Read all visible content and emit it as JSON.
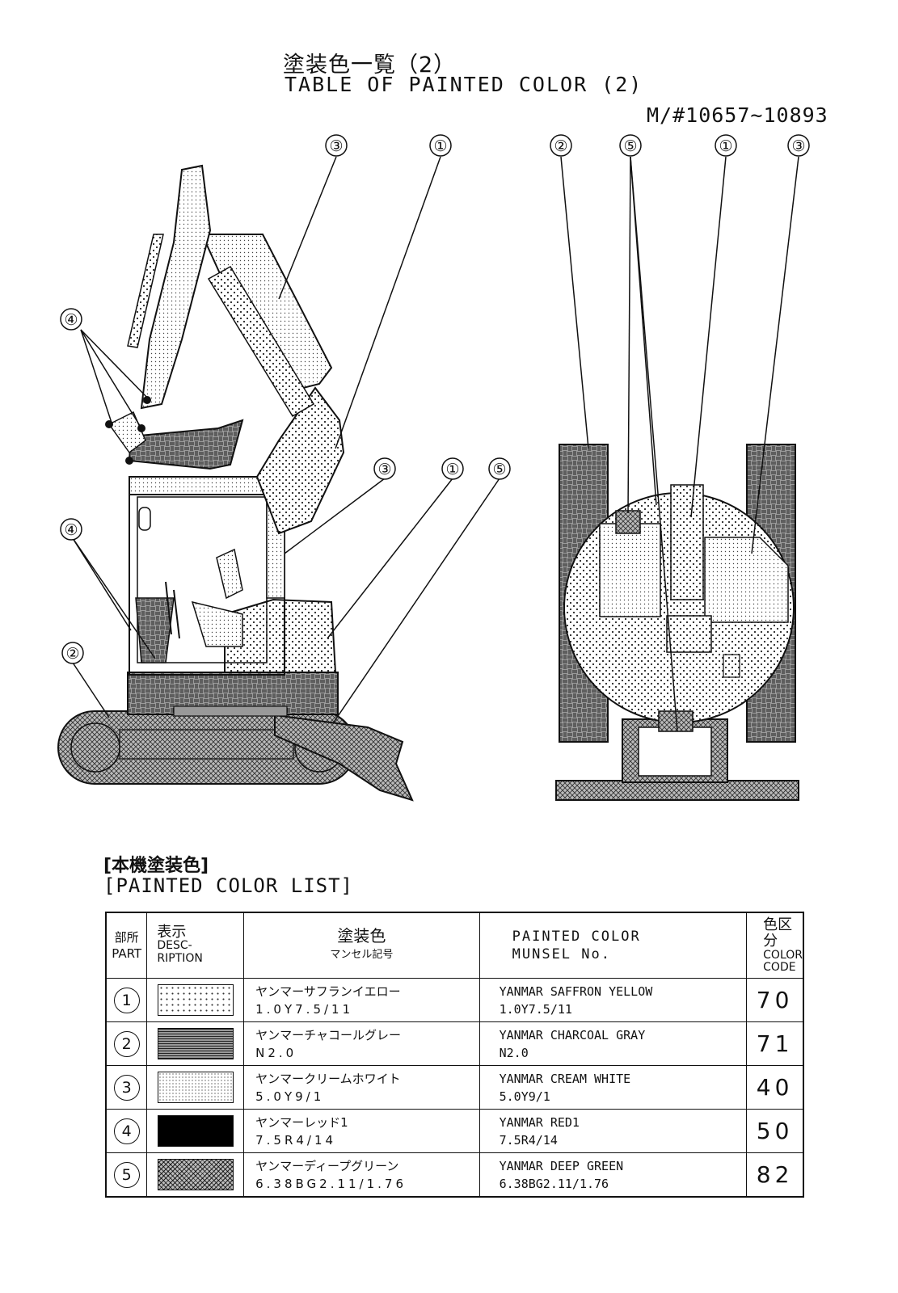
{
  "header": {
    "title_jp": "塗装色一覧（2）",
    "title_en": "TABLE OF PAINTED COLOR (2)",
    "model_range": "M/#10657~10893"
  },
  "drawing": {
    "callouts": [
      "③",
      "①",
      "④",
      "③",
      "①",
      "⑤",
      "④",
      "②",
      "②",
      "⑤",
      "①",
      "③"
    ]
  },
  "color_list": {
    "heading_jp": "[本機塗装色]",
    "heading_en": "[PAINTED COLOR LIST]",
    "columns": {
      "part_jp": "部所",
      "part_en": "PART",
      "desc_jp": "表示",
      "desc_en_1": "DESC-",
      "desc_en_2": "RIPTION",
      "color_jp": "塗装色",
      "color_jp_sub": "マンセル記号",
      "color_en_1": "PAINTED COLOR",
      "color_en_2": "MUNSEL No.",
      "code_jp": "色区分",
      "code_en_1": "COLOR",
      "code_en_2": "CODE"
    },
    "rows": [
      {
        "part": "1",
        "pattern": "dots",
        "name_jp": "ヤンマーサフランイエロー",
        "munsell_jp": "1.0Y7.5/11",
        "name_en": "YANMAR SAFFRON YELLOW",
        "munsell_en": "1.0Y7.5/11",
        "code": "70"
      },
      {
        "part": "2",
        "pattern": "weave",
        "name_jp": "ヤンマーチャコールグレー",
        "munsell_jp": "N2.0",
        "name_en": "YANMAR CHARCOAL GRAY",
        "munsell_en": "N2.0",
        "code": "71"
      },
      {
        "part": "3",
        "pattern": "fine",
        "name_jp": "ヤンマークリームホワイト",
        "munsell_jp": "5.0Y9/1",
        "name_en": "YANMAR CREAM WHITE",
        "munsell_en": "5.0Y9/1",
        "code": "40"
      },
      {
        "part": "4",
        "pattern": "solid",
        "name_jp": "ヤンマーレッド1",
        "munsell_jp": "7.5R4/14",
        "name_en": "YANMAR RED1",
        "munsell_en": "7.5R4/14",
        "code": "50"
      },
      {
        "part": "5",
        "pattern": "cross",
        "name_jp": "ヤンマーディープグリーン",
        "munsell_jp": "6.38BG2.11/1.76",
        "name_en": "YANMAR DEEP GREEN",
        "munsell_en": "6.38BG2.11/1.76",
        "code": "82"
      }
    ]
  }
}
